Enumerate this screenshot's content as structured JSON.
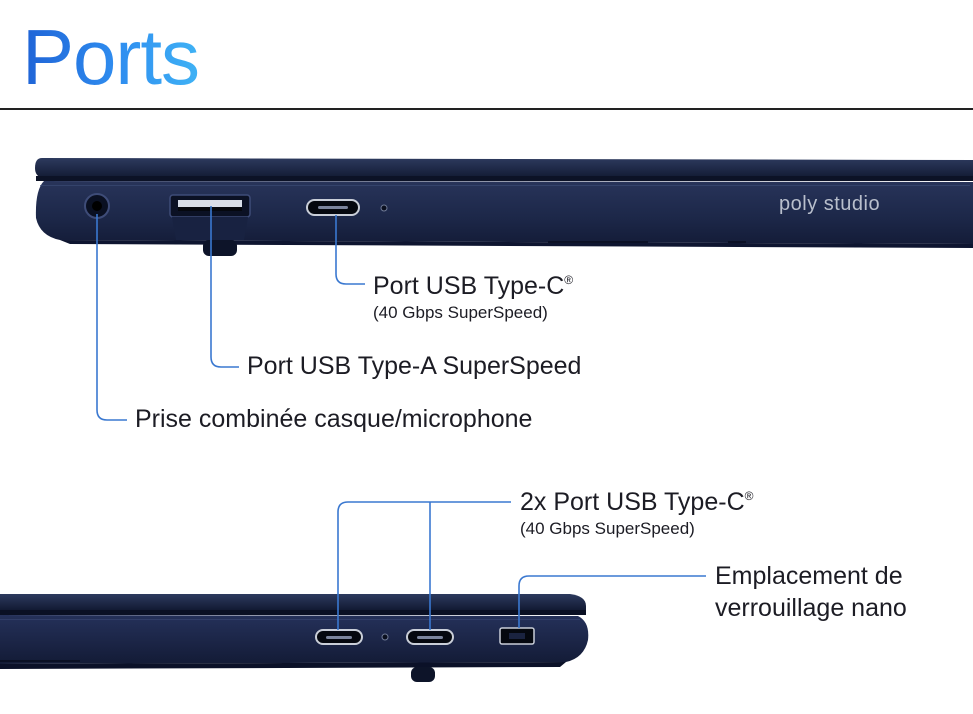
{
  "page": {
    "title": "Ports"
  },
  "laptop_top": {
    "brand": "poly studio",
    "callouts": {
      "usb_c": {
        "label": "Port USB Type-C",
        "mark": "®",
        "detail": "(40 Gbps SuperSpeed)"
      },
      "usb_a": {
        "label": "Port USB Type-A SuperSpeed"
      },
      "audio": {
        "label": "Prise combinée casque/microphone"
      }
    }
  },
  "laptop_bottom": {
    "callouts": {
      "usb_c_pair": {
        "label": "2x Port USB Type-C",
        "mark": "®",
        "detail": "(40 Gbps SuperSpeed)"
      },
      "lock": {
        "label_line1": "Emplacement de",
        "label_line2": "verrouillage nano"
      }
    }
  },
  "colors": {
    "accent": "#2f8ef0",
    "callout_line": "#3a78d0",
    "chassis": "#1b2746"
  },
  "icons": [
    "headphone-jack-icon",
    "usb-a-port-icon",
    "usb-c-port-icon",
    "led-indicator-icon",
    "lock-slot-icon"
  ]
}
